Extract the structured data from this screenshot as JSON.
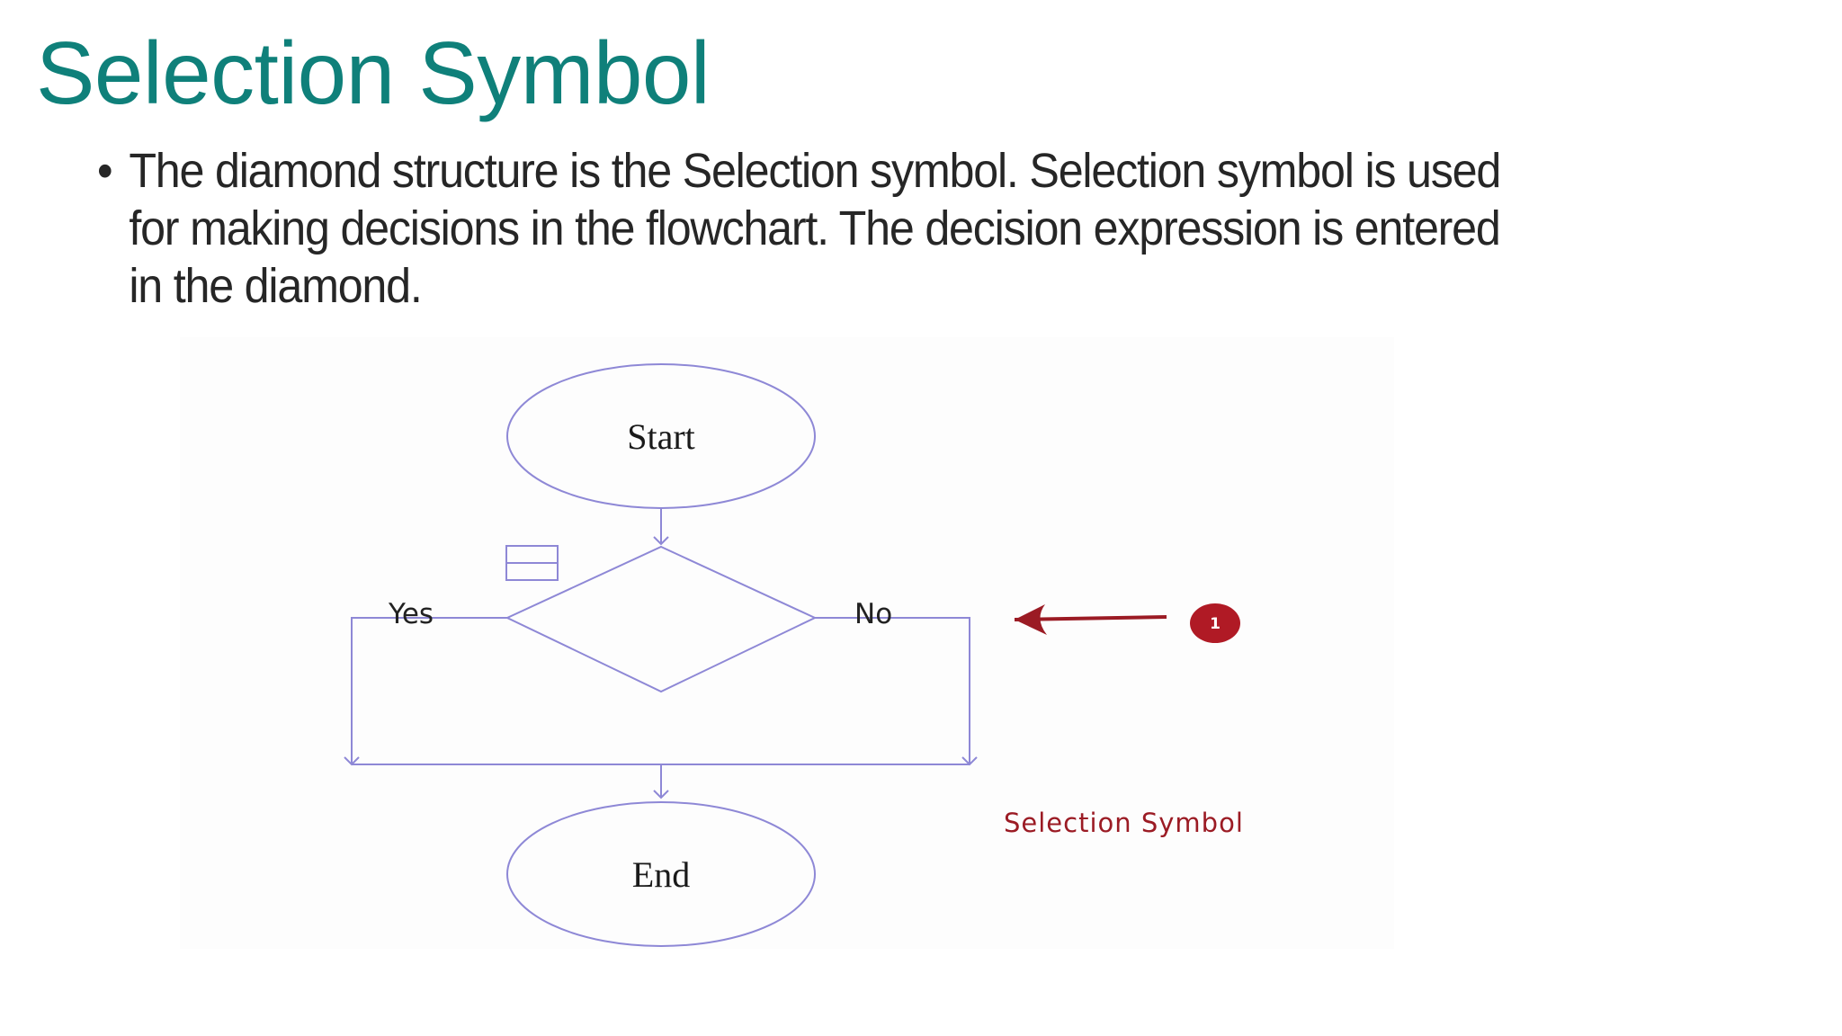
{
  "slide": {
    "title": "Selection Symbol",
    "bullet_marker": "•",
    "bullet": "The diamond structure is the Selection symbol. Selection symbol is used for making decisions in the flowchart. The decision expression is entered in the diamond."
  },
  "figure": {
    "start_label": "Start",
    "end_label": "End",
    "yes_label": "Yes",
    "no_label": "No",
    "badge_number": "1",
    "caption": "Selection Symbol",
    "colors": {
      "lines": "#8e88d6",
      "accent": "#9b1b24"
    }
  }
}
